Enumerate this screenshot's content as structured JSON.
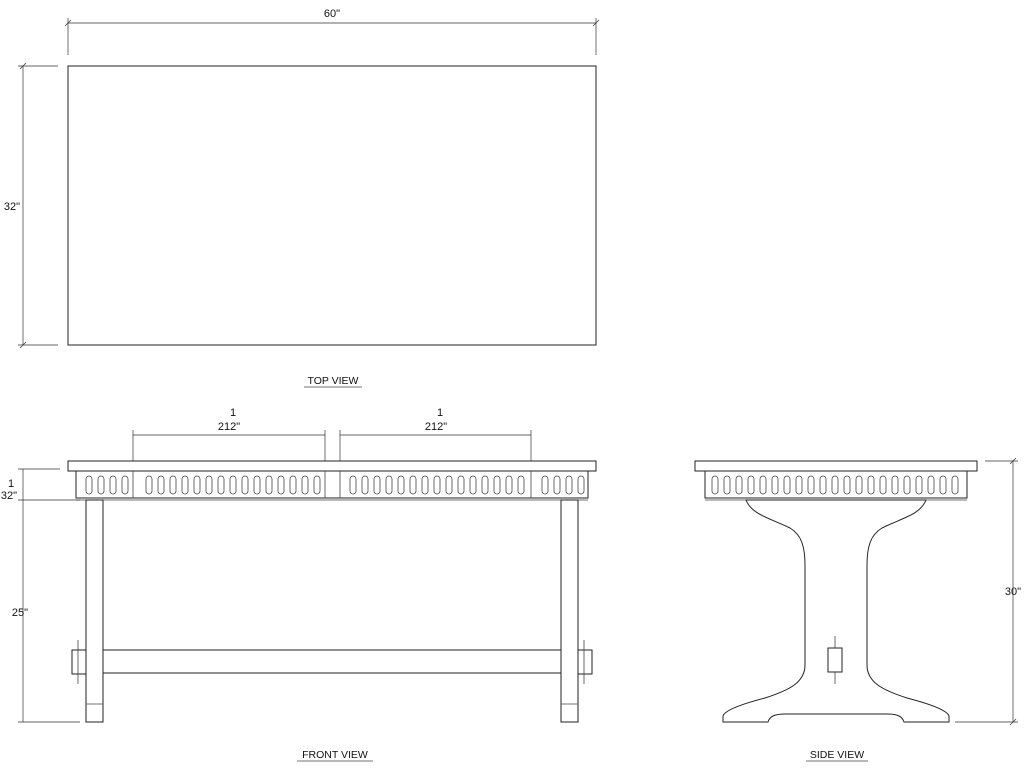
{
  "top_view": {
    "title": "TOP VIEW",
    "width_label": "60\"",
    "depth_label": "32\""
  },
  "front_view": {
    "title": "FRONT VIEW",
    "left_span_top": "1",
    "left_span_bottom": "212\"",
    "right_span_top": "1",
    "right_span_bottom": "212\"",
    "apron_top": "1",
    "apron_bottom": "32\"",
    "leg_height_label": "25\""
  },
  "side_view": {
    "title": "SIDE VIEW",
    "height_label": "30\""
  }
}
